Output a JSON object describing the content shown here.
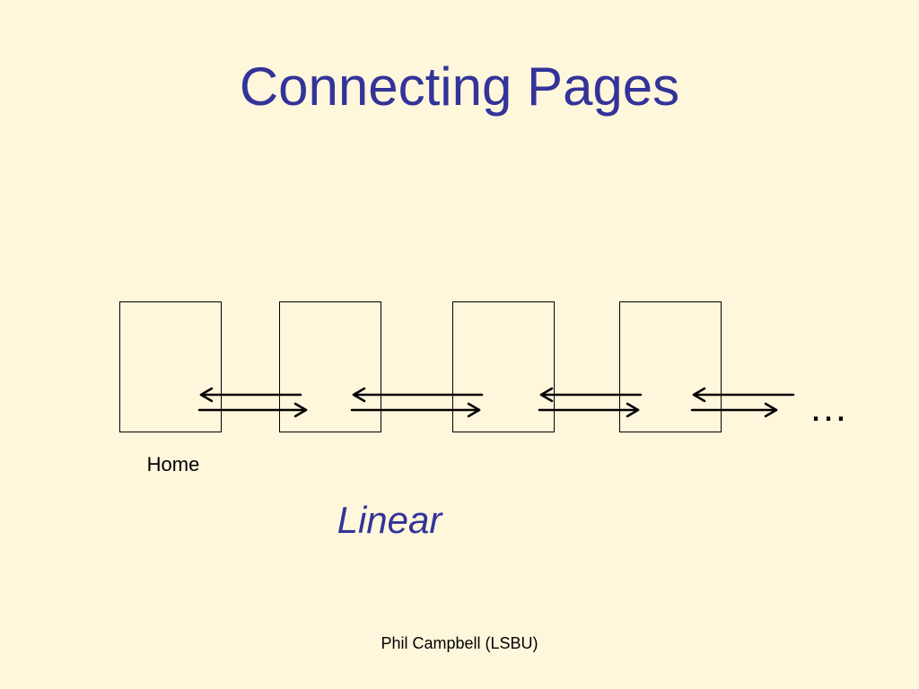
{
  "slide": {
    "title": "Connecting Pages",
    "home_label": "Home",
    "ellipsis": "…",
    "caption": "Linear",
    "footer": "Phil Campbell (LSBU)"
  },
  "colors": {
    "background": "#FFF7DC",
    "title": "#333399",
    "caption": "#333399",
    "text": "#000000",
    "stroke": "#000000"
  },
  "diagram": {
    "page_count": 4,
    "link_pairs": 4,
    "continues": true
  }
}
